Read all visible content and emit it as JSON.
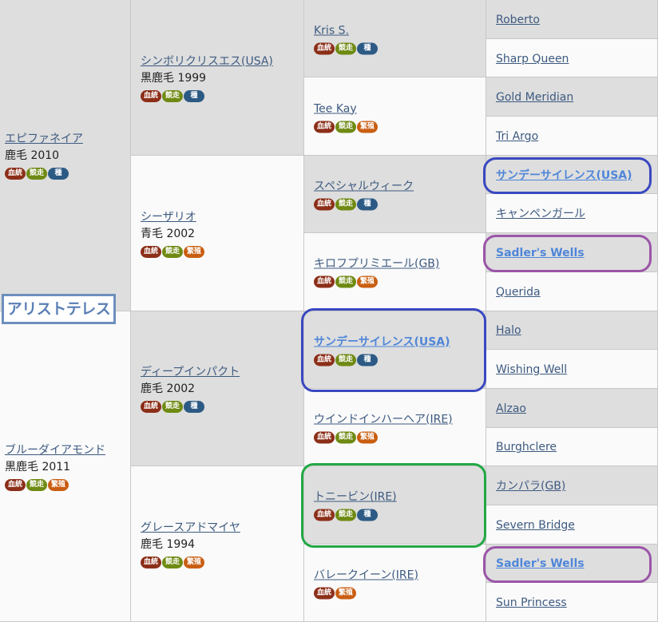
{
  "subject_label": "アリストテレス",
  "badges": {
    "blood": "血統",
    "race": "競走",
    "stud": "種",
    "breed": "繁殖"
  },
  "gen1": [
    {
      "name": "エピファネイア",
      "meta": "鹿毛 2010",
      "badges": [
        "blood",
        "race",
        "stud"
      ],
      "shade": "gray"
    },
    {
      "name": "ブルーダイアモンド",
      "meta": "黒鹿毛 2011",
      "badges": [
        "blood",
        "race",
        "breed"
      ],
      "shade": "white"
    }
  ],
  "gen2": [
    {
      "name": "シンボリクリスエス(USA)",
      "meta": "黒鹿毛 1999",
      "badges": [
        "blood",
        "race",
        "stud"
      ],
      "shade": "gray"
    },
    {
      "name": "シーザリオ",
      "meta": "青毛 2002",
      "badges": [
        "blood",
        "race",
        "breed"
      ],
      "shade": "white"
    },
    {
      "name": "ディープインパクト",
      "meta": "鹿毛 2002",
      "badges": [
        "blood",
        "race",
        "stud"
      ],
      "shade": "gray"
    },
    {
      "name": "グレースアドマイヤ",
      "meta": "鹿毛 1994",
      "badges": [
        "blood",
        "race",
        "breed"
      ],
      "shade": "white"
    }
  ],
  "gen3": [
    {
      "name": "Kris S.",
      "badges": [
        "blood",
        "race",
        "stud"
      ],
      "shade": "gray",
      "highlight": false
    },
    {
      "name": "Tee Kay",
      "badges": [
        "blood",
        "race",
        "breed"
      ],
      "shade": "white",
      "highlight": false
    },
    {
      "name": "スペシャルウィーク",
      "badges": [
        "blood",
        "race",
        "stud"
      ],
      "shade": "gray",
      "highlight": false
    },
    {
      "name": "キロフプリミエール(GB)",
      "badges": [
        "blood",
        "race",
        "breed"
      ],
      "shade": "white",
      "highlight": false
    },
    {
      "name": "サンデーサイレンス(USA)",
      "badges": [
        "blood",
        "race",
        "stud"
      ],
      "shade": "gray",
      "highlight": true
    },
    {
      "name": "ウインドインハーヘア(IRE)",
      "badges": [
        "blood",
        "race",
        "breed"
      ],
      "shade": "white",
      "highlight": false
    },
    {
      "name": "トニービン(IRE)",
      "badges": [
        "blood",
        "race",
        "stud"
      ],
      "shade": "gray",
      "highlight": false
    },
    {
      "name": "バレークイーン(IRE)",
      "badges": [
        "blood",
        "breed"
      ],
      "shade": "white",
      "highlight": false
    }
  ],
  "gen4": [
    {
      "name": "Roberto",
      "shade": "gray",
      "highlight": false
    },
    {
      "name": "Sharp Queen",
      "shade": "white",
      "highlight": false
    },
    {
      "name": "Gold Meridian",
      "shade": "gray",
      "highlight": false
    },
    {
      "name": "Tri Argo",
      "shade": "white",
      "highlight": false
    },
    {
      "name": "サンデーサイレンス(USA)",
      "shade": "gray",
      "highlight": true
    },
    {
      "name": "キャンペンガール",
      "shade": "white",
      "highlight": false
    },
    {
      "name": "Sadler's Wells",
      "shade": "gray",
      "highlight": true
    },
    {
      "name": "Querida",
      "shade": "white",
      "highlight": false
    },
    {
      "name": "Halo",
      "shade": "gray",
      "highlight": false
    },
    {
      "name": "Wishing Well",
      "shade": "white",
      "highlight": false
    },
    {
      "name": "Alzao",
      "shade": "gray",
      "highlight": false
    },
    {
      "name": "Burghclere",
      "shade": "white",
      "highlight": false
    },
    {
      "name": "カンパラ(GB)",
      "shade": "gray",
      "highlight": false
    },
    {
      "name": "Severn Bridge",
      "shade": "white",
      "highlight": false
    },
    {
      "name": "Sadler's Wells",
      "shade": "gray",
      "highlight": true
    },
    {
      "name": "Sun Princess",
      "shade": "white",
      "highlight": false
    }
  ],
  "annotations": [
    {
      "target": "gen4.4",
      "color": "blue"
    },
    {
      "target": "gen4.6",
      "color": "purple"
    },
    {
      "target": "gen3.4",
      "color": "blue"
    },
    {
      "target": "gen3.6",
      "color": "green"
    },
    {
      "target": "gen4.14",
      "color": "purple"
    }
  ]
}
